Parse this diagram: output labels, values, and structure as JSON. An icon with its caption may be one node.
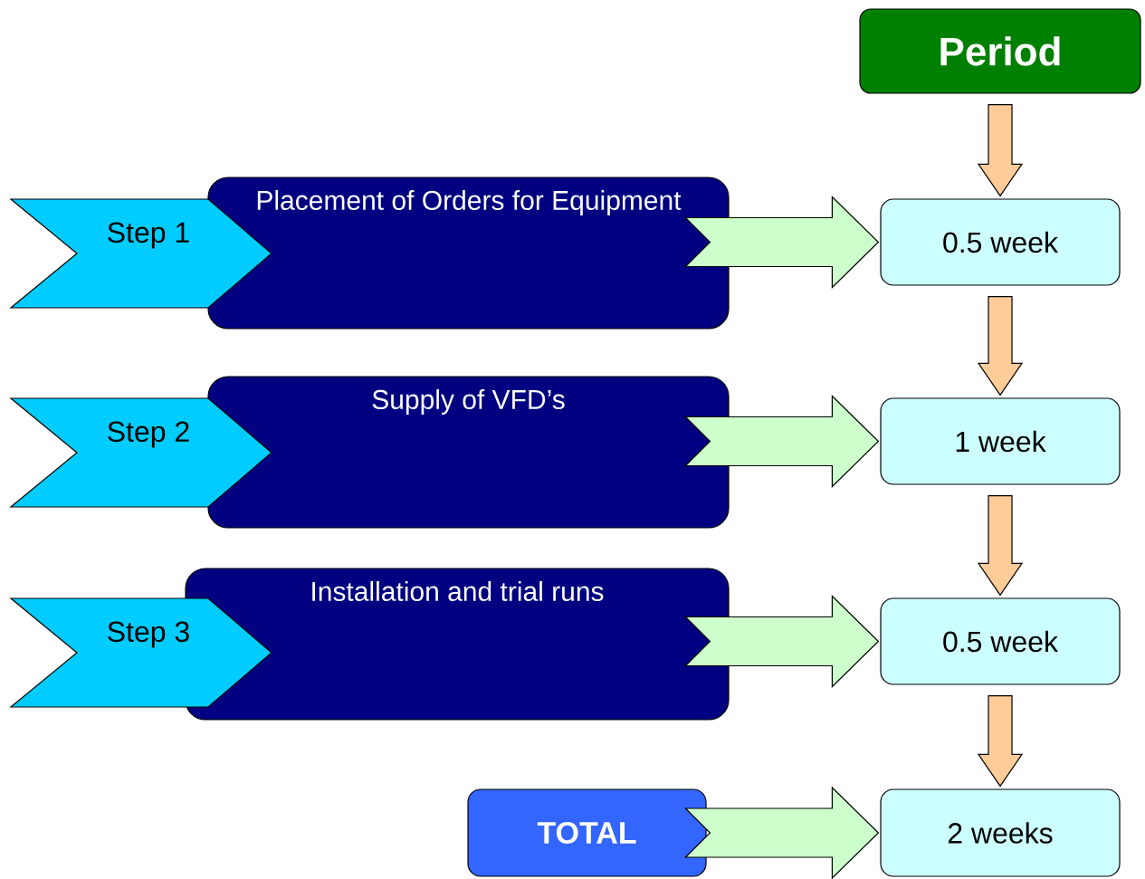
{
  "diagram": {
    "nodes": [
      {
        "text": [
          "Period"
        ]
      },
      {
        "text": [
          "Step 1"
        ]
      },
      {
        "text": [
          "Placement of Orders for Equipment"
        ]
      },
      {
        "text": [
          "0.5 week"
        ]
      },
      {
        "text": [
          "Step 2"
        ]
      },
      {
        "text": [
          "Supply of VFD’s"
        ]
      },
      {
        "text": [
          "1 week"
        ]
      },
      {
        "text": [
          "Step 3"
        ]
      },
      {
        "text": [
          "Installation and trial runs"
        ]
      },
      {
        "text": [
          "0.5 week"
        ]
      },
      {
        "text": [
          "TOTAL"
        ]
      },
      {
        "text": [
          "2 weeks"
        ]
      }
    ],
    "edges": [
      {
        "from": 0,
        "to": 3,
        "arrow": "to",
        "color": "#ffcc99"
      },
      {
        "from": 2,
        "to": 3,
        "arrow": "to"
      },
      {
        "from": 3,
        "to": 6,
        "arrow": "to",
        "color": "#ffcc99"
      },
      {
        "from": 5,
        "to": 6,
        "arrow": "to"
      },
      {
        "from": 6,
        "to": 9,
        "arrow": "to",
        "color": "#ffcc99"
      },
      {
        "from": 8,
        "to": 9,
        "arrow": "to"
      },
      {
        "from": 9,
        "to": 11,
        "arrow": "to",
        "color": "#ffcc99"
      },
      {
        "from": 10,
        "to": 11,
        "arrow": "to"
      }
    ]
  }
}
